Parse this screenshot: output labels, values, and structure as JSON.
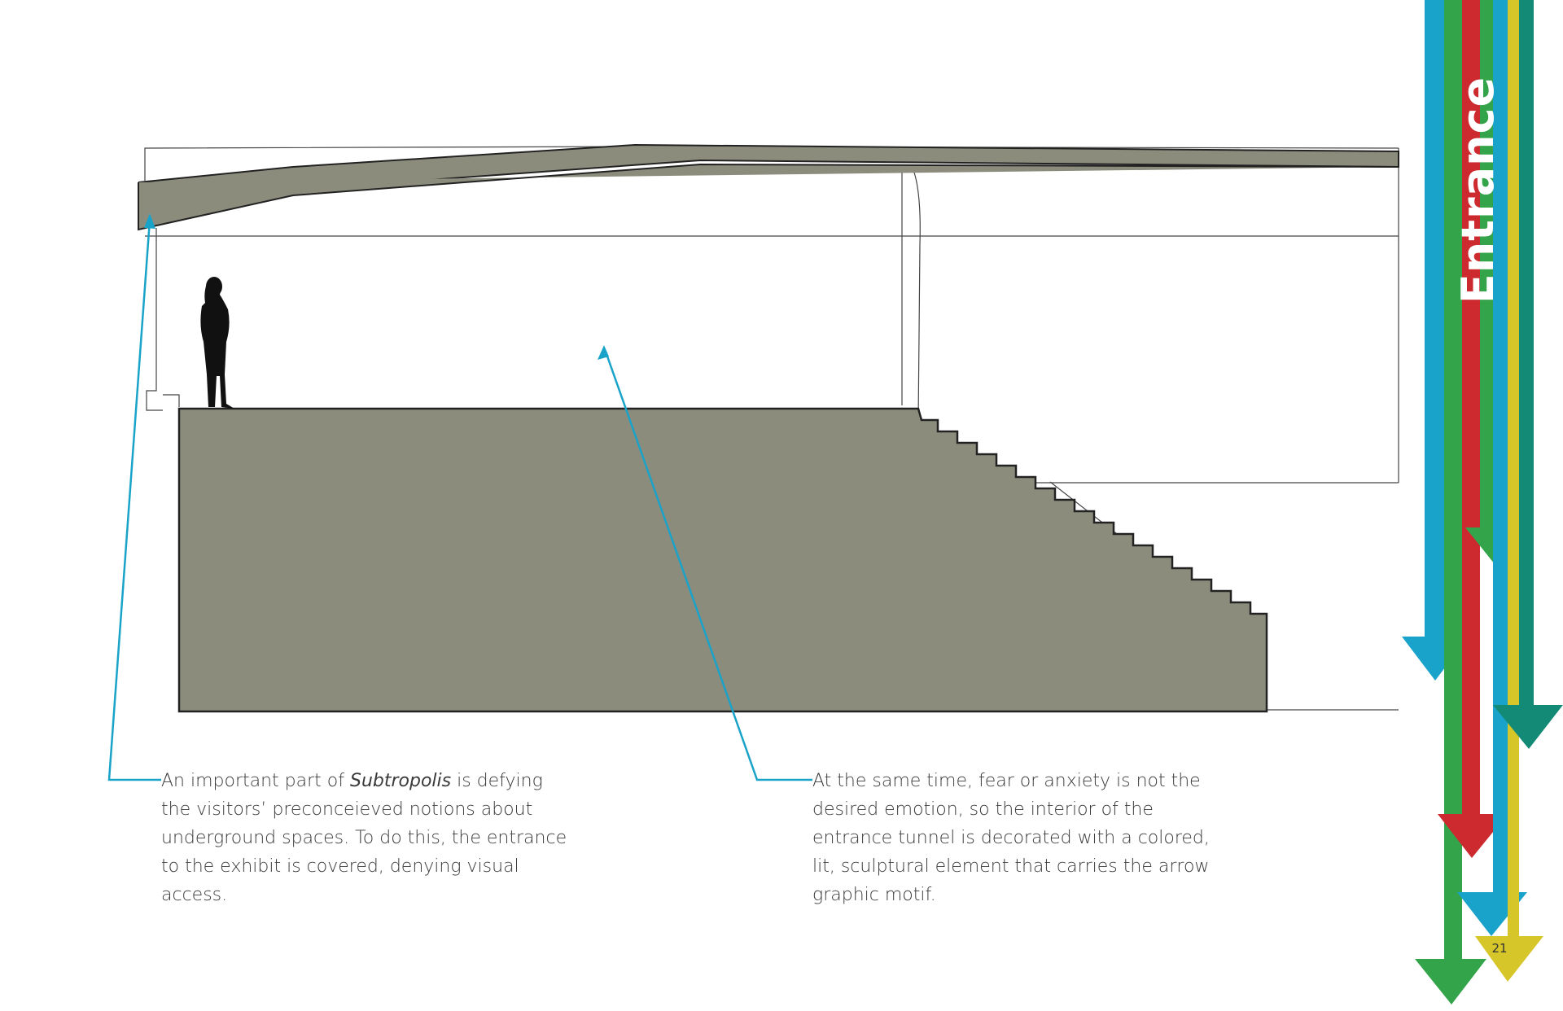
{
  "section_title": "Entrance",
  "page_number": "21",
  "captions": {
    "left": {
      "before": "An important part of ",
      "emphasis": "Subtropolis",
      "after": " is defying the visitors’ preconceieved notions about underground spaces. To do this, the entrance to the exhibit is covered, denying visual access."
    },
    "right": {
      "text": "At the same time, fear or anxiety is not the desired emotion, so the interior of the entrance tunnel is decorated with a colored, lit, sculptural element that carries the arrow graphic motif."
    }
  },
  "colors": {
    "section_fill": "#8c8c7d",
    "leader_line": "#1aa3c9",
    "arrow_blue": "#19a2ca",
    "arrow_green": "#33a449",
    "arrow_red": "#cc2a2f",
    "arrow_yellow": "#d6c62a",
    "arrow_teal": "#128a76"
  },
  "icons": [
    "arrow-down-icon",
    "person-silhouette-icon"
  ]
}
